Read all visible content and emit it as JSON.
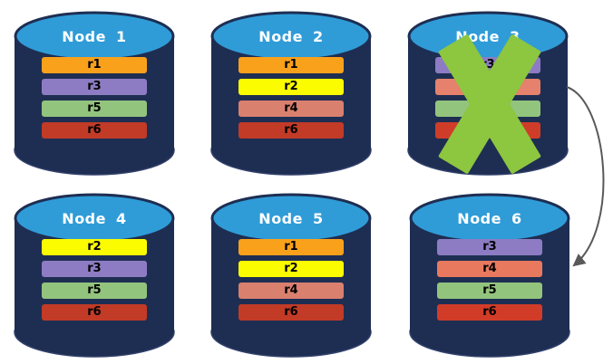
{
  "colors": {
    "background": "#ffffff",
    "cylinder_body": "#1e2e52",
    "cylinder_top": "#2f9cd8",
    "title_text": "#ffffff",
    "bar_text": "#000000",
    "x_mark": "#8dc63f",
    "arrow": "#595959"
  },
  "nodes": [
    {
      "label": "Node 1",
      "failed": false,
      "bars": [
        {
          "label": "r1",
          "color": "#f9a11b"
        },
        {
          "label": "r3",
          "color": "#8d7cc3"
        },
        {
          "label": "r5",
          "color": "#93c47d"
        },
        {
          "label": "r6",
          "color": "#c23b27"
        }
      ]
    },
    {
      "label": "Node 2",
      "failed": false,
      "bars": [
        {
          "label": "r1",
          "color": "#f9a11b"
        },
        {
          "label": "r2",
          "color": "#fcfc00"
        },
        {
          "label": "r4",
          "color": "#d9806f"
        },
        {
          "label": "r6",
          "color": "#c23b27"
        }
      ]
    },
    {
      "label": "Node 3",
      "failed": true,
      "bars": [
        {
          "label": "r3",
          "color": "#8d7cc3"
        },
        {
          "label": "",
          "color": "#e5816d"
        },
        {
          "label": "",
          "color": "#93c47d"
        },
        {
          "label": "",
          "color": "#cf3d29"
        }
      ]
    },
    {
      "label": "Node 4",
      "failed": false,
      "bars": [
        {
          "label": "r2",
          "color": "#fcfc00"
        },
        {
          "label": "r3",
          "color": "#8d7cc3"
        },
        {
          "label": "r5",
          "color": "#93c47d"
        },
        {
          "label": "r6",
          "color": "#c23b27"
        }
      ]
    },
    {
      "label": "Node 5",
      "failed": false,
      "bars": [
        {
          "label": "r1",
          "color": "#f9a11b"
        },
        {
          "label": "r2",
          "color": "#fcfc00"
        },
        {
          "label": "r4",
          "color": "#d9806f"
        },
        {
          "label": "r6",
          "color": "#c23b27"
        }
      ]
    },
    {
      "label": "Node 6",
      "failed": false,
      "bars": [
        {
          "label": "r3",
          "color": "#8d7cc3"
        },
        {
          "label": "r4",
          "color": "#e8795f"
        },
        {
          "label": "r5",
          "color": "#93c47d"
        },
        {
          "label": "r6",
          "color": "#d13c28"
        }
      ]
    }
  ],
  "arrow": {
    "from_node": "Node 3",
    "to_node": "Node 6",
    "color": "#595959"
  }
}
